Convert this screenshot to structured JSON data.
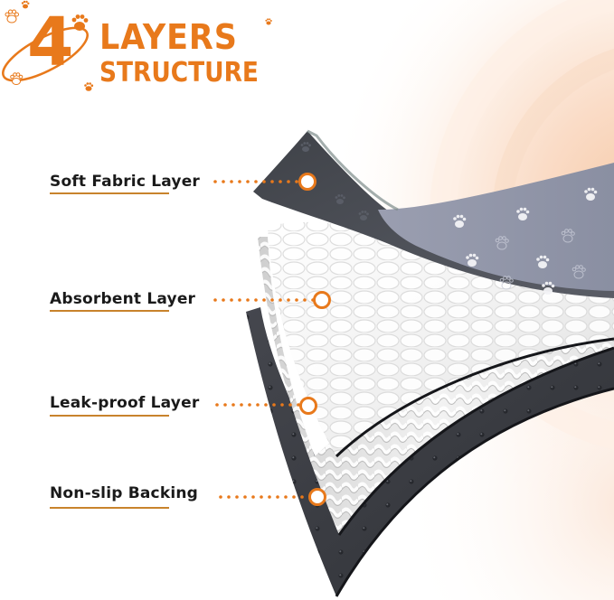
{
  "header": {
    "number": "4",
    "title_line1": "LAYERS",
    "title_line2": "STRUCTURE",
    "decoration_icons": [
      "paw-print-icon",
      "paw-print-icon",
      "paw-print-icon",
      "paw-print-icon",
      "paw-print-icon",
      "orbit-ring-icon"
    ]
  },
  "layers": [
    {
      "label": "Soft Fabric Layer",
      "texture": "gray fleece with paw prints"
    },
    {
      "label": "Absorbent Layer",
      "texture": "white quilted cells"
    },
    {
      "label": "Leak-proof Layer",
      "texture": "white knit weave"
    },
    {
      "label": "Non-slip Backing",
      "texture": "dark dotted rubber"
    }
  ],
  "colors": {
    "accent": "#e8791b",
    "underline": "#c8832c",
    "label_text": "#1a1a1a",
    "fabric_top": "#8e93a6",
    "fabric_dark": "#4a4d55",
    "backing": "#3a3c42",
    "background_glow": "#fbe3d3"
  }
}
